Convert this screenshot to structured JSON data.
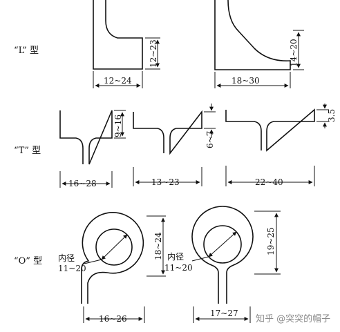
{
  "rows": {
    "l": {
      "label": "“L” 型"
    },
    "t": {
      "label": "“T” 型"
    },
    "o": {
      "label": "“O” 型"
    }
  },
  "dimensions": {
    "l1_height": "12~23",
    "l1_width": "12~24",
    "l2_height": "14~20",
    "l2_width": "18~30",
    "t1_height": "9~16",
    "t1_width": "16~28",
    "t2_height": "6~7",
    "t2_width": "13~23",
    "t3_height": "3.5",
    "t3_width": "22~40",
    "o1_inner_label": "内径",
    "o1_inner_value": "11~20",
    "o1_height": "18~24",
    "o1_width": "16~26",
    "o2_inner_label": "内径",
    "o2_inner_value": "11~20",
    "o2_height": "19~25",
    "o2_width": "17~27"
  },
  "watermark": "知乎 @突突的帽子"
}
